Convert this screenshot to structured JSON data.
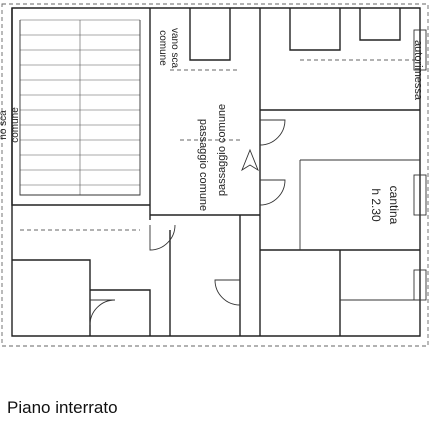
{
  "caption": "Piano interrato",
  "rooms": {
    "cellar_name": "cantina",
    "cellar_height": "h 2.30",
    "corridor_left": "passaggio comune",
    "corridor_right": "passaggio comune",
    "stair_line1": "comune",
    "stair_line2": "vano sca",
    "left_edge_line1": "no sca",
    "left_edge_line2": "comune",
    "garage": "autorimessa"
  },
  "colors": {
    "line": "#222222",
    "dashed": "#666666",
    "text": "#222222",
    "background": "#ffffff"
  },
  "icons": {
    "north_arrow": "north-arrow-icon"
  }
}
